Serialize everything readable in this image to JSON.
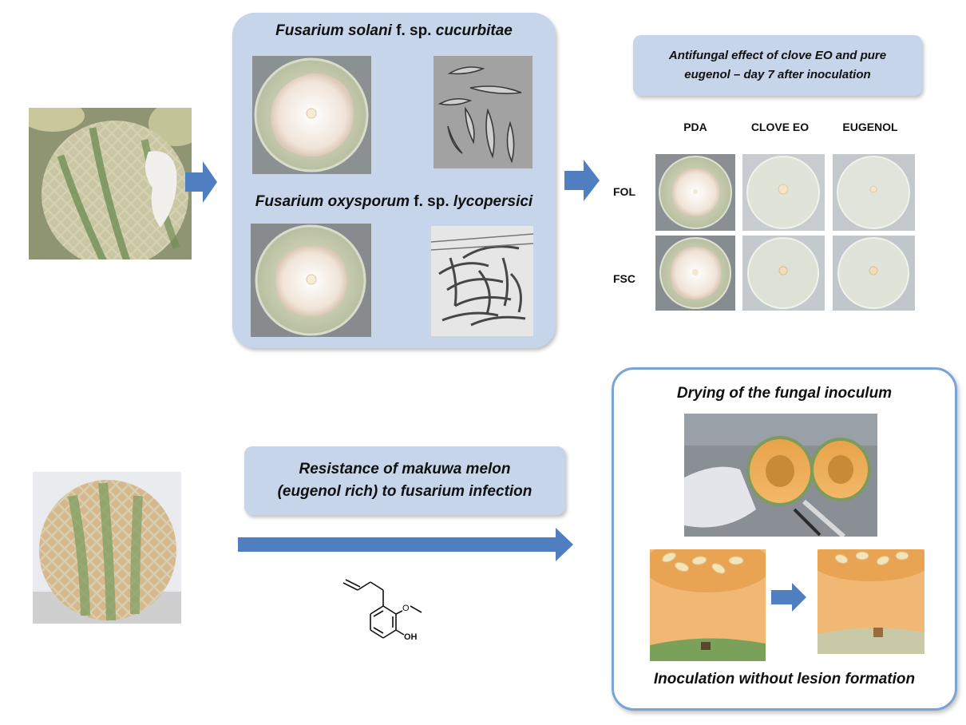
{
  "top_panel": {
    "title_species_1": "Fusarium solani",
    "title_fsp_1": " f. sp. ",
    "title_host_1": "cucurbitae",
    "title_species_2": "Fusarium oxysporum",
    "title_fsp_2": " f. sp. ",
    "title_host_2": "lycopersici"
  },
  "antifungal_box": {
    "line1": "Antifungal effect of clove EO and pure",
    "line2": "eugenol – day 7 after inoculation"
  },
  "plate_grid": {
    "columns": [
      "PDA",
      "CLOVE EO",
      "EUGENOL"
    ],
    "rows": [
      "FOL",
      "FSC"
    ]
  },
  "resistance_box": {
    "line1": "Resistance of makuwa melon",
    "line2": "(eugenol rich) to fusarium infection"
  },
  "molecule": {
    "oh_label": "OH"
  },
  "inoculum_panel": {
    "top_caption": "Drying of the fungal inoculum",
    "bottom_caption": "Inoculation without lesion formation"
  },
  "colors": {
    "panel_fill": "#c6d5ea",
    "arrow_fill": "#4f7fc0",
    "outline": "#7aa4d6"
  }
}
